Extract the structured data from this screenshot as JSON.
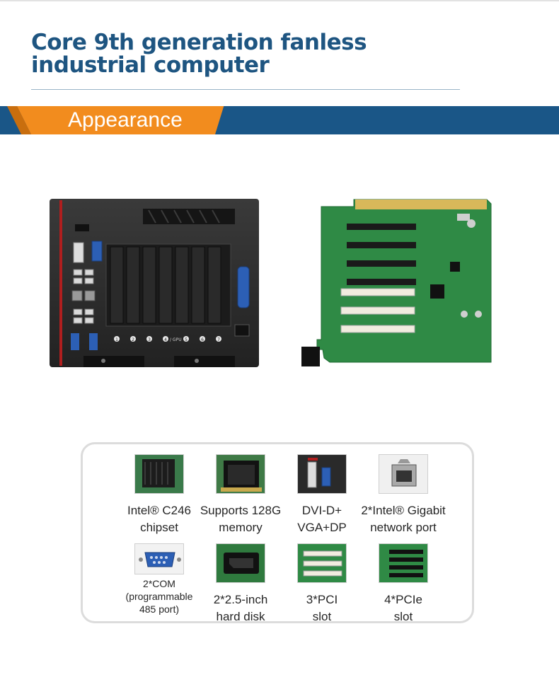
{
  "page": {
    "title_line1": "Core 9th generation fanless",
    "title_line2": "industrial computer",
    "section_label": "Appearance"
  },
  "colors": {
    "title_blue": "#1e5581",
    "banner_blue": "#1a5687",
    "accent_orange": "#f28c1e"
  },
  "chassis": {
    "port_markers": [
      "1",
      "2",
      "3",
      "4",
      "5",
      "6",
      "7"
    ],
    "gpu_label": "/ GPU"
  },
  "features": [
    {
      "icon": "cpu-heatsink-thumbnail",
      "line1": "Intel® C246",
      "line2": "chipset"
    },
    {
      "icon": "memory-slot-thumbnail",
      "line1": "Supports 128G",
      "line2": "memory"
    },
    {
      "icon": "dvi-vga-port-thumbnail",
      "line1": "DVI-D+",
      "line2": "VGA+DP"
    },
    {
      "icon": "ethernet-port-thumbnail",
      "line1": "2*Intel® Gigabit",
      "line2": "network port"
    },
    {
      "icon": "com-port-thumbnail",
      "line1": "2*COM",
      "line2": "(programmable",
      "line3": "485 port)"
    },
    {
      "icon": "sata-connector-thumbnail",
      "line1": "2*2.5-inch",
      "line2": "hard disk"
    },
    {
      "icon": "pci-slot-thumbnail",
      "line1": "3*PCI",
      "line2": "slot"
    },
    {
      "icon": "pcie-slot-thumbnail",
      "line1": "4*PCIe",
      "line2": "slot"
    }
  ]
}
